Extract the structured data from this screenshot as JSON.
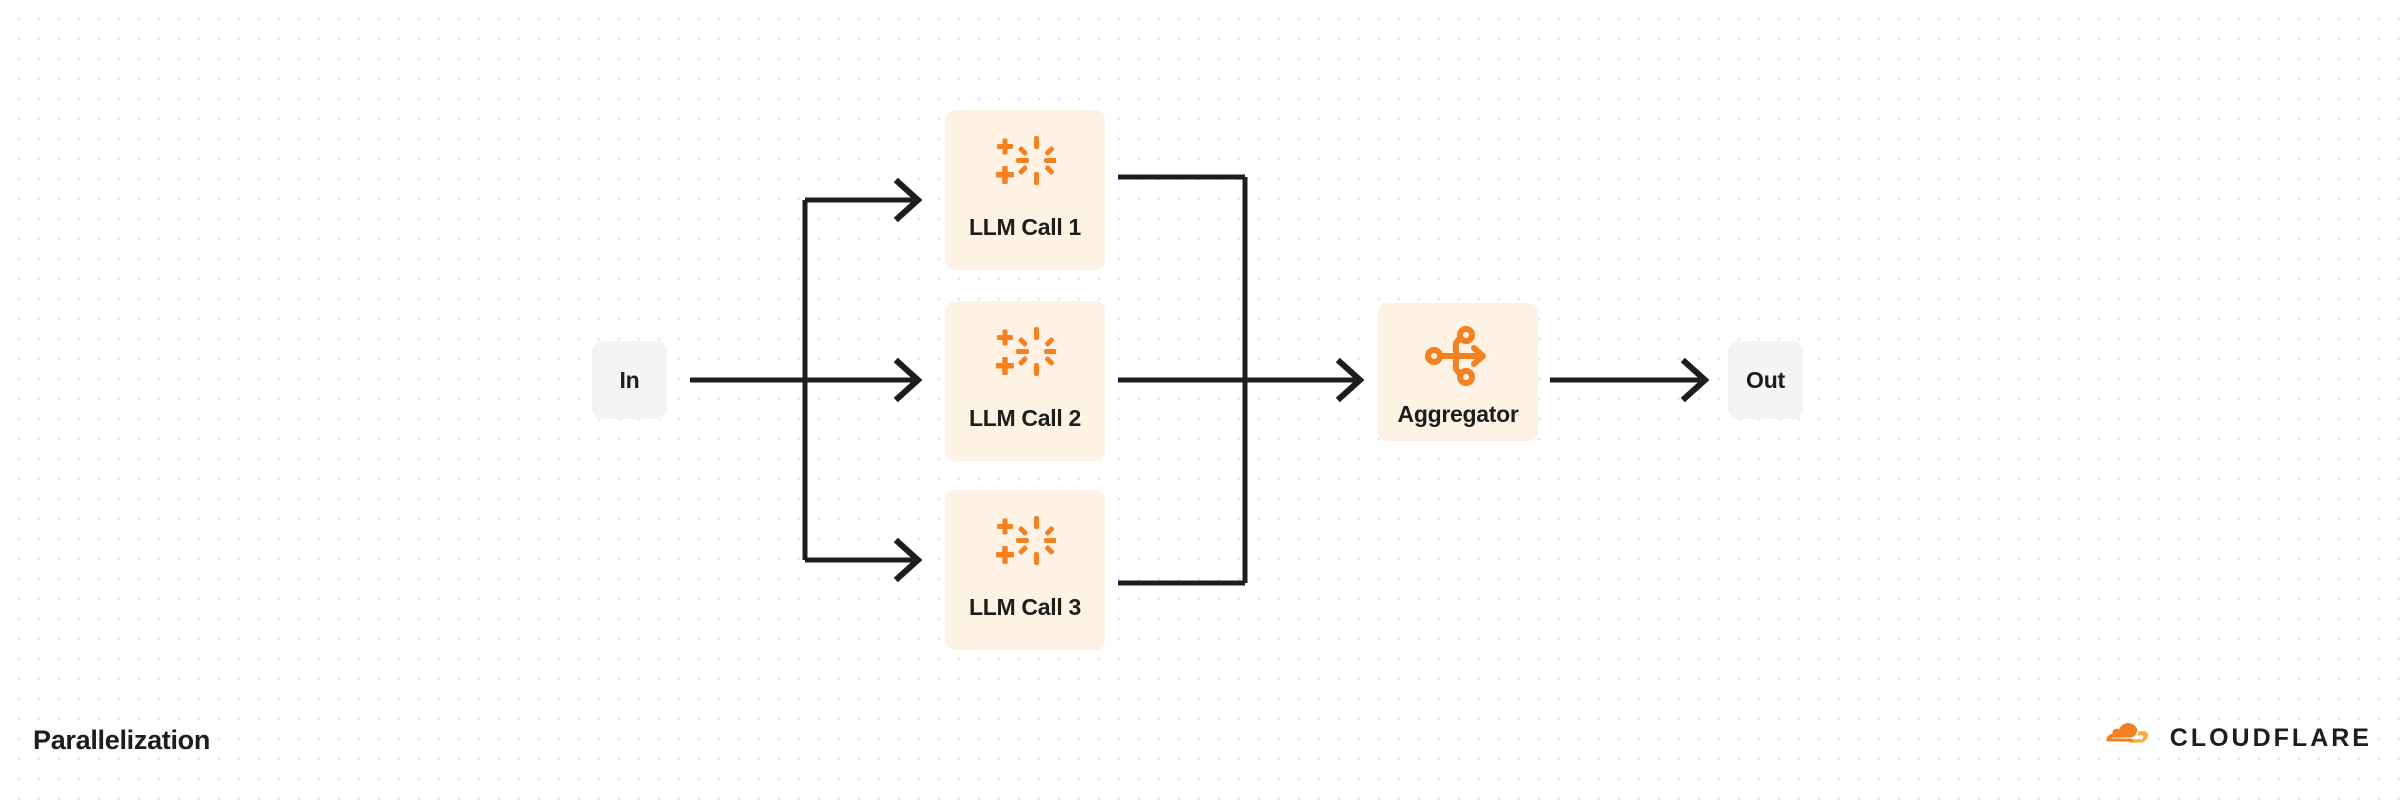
{
  "diagram": {
    "title": "Parallelization",
    "type": "workflow-flowchart",
    "accent_color": "#f48120",
    "card_color": "#fdf2e4",
    "io_card_color": "#f3f4f5",
    "wire_color": "#1d1d1d",
    "background": "#ffffff",
    "grid_dot_color": "#e9e9e9",
    "nodes": [
      {
        "id": "in",
        "label": "In",
        "kind": "io",
        "icon": null
      },
      {
        "id": "llm1",
        "label": "LLM Call 1",
        "kind": "llm",
        "icon": "ai-sparkle-icon"
      },
      {
        "id": "llm2",
        "label": "LLM Call 2",
        "kind": "llm",
        "icon": "ai-sparkle-icon"
      },
      {
        "id": "llm3",
        "label": "LLM Call 3",
        "kind": "llm",
        "icon": "ai-sparkle-icon"
      },
      {
        "id": "agg",
        "label": "Aggregator",
        "kind": "aggregator",
        "icon": "aggregator-merge-icon"
      },
      {
        "id": "out",
        "label": "Out",
        "kind": "io",
        "icon": null
      }
    ],
    "edges": [
      {
        "from": "in",
        "to": "llm1"
      },
      {
        "from": "in",
        "to": "llm2"
      },
      {
        "from": "in",
        "to": "llm3"
      },
      {
        "from": "llm1",
        "to": "agg"
      },
      {
        "from": "llm2",
        "to": "agg"
      },
      {
        "from": "llm3",
        "to": "agg"
      },
      {
        "from": "agg",
        "to": "out"
      }
    ]
  },
  "brand": {
    "name": "CLOUDFLARE",
    "logo": "cloudflare-cloud-icon"
  }
}
